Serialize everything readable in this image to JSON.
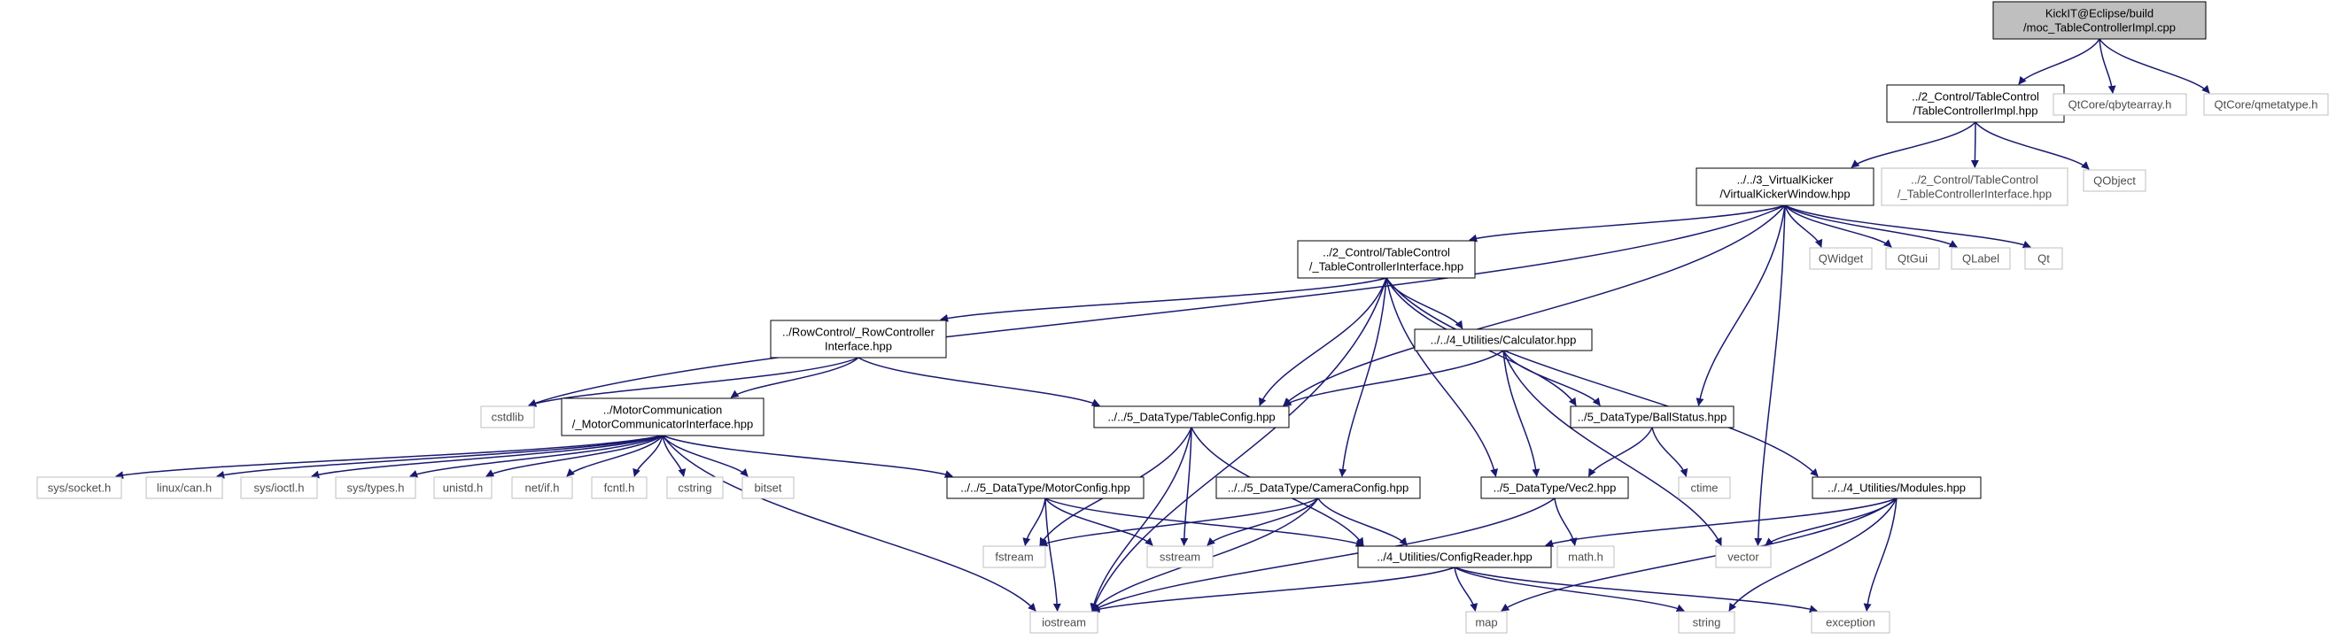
{
  "diagram": {
    "nodes": [
      {
        "id": "moc",
        "lines": [
          "KickIT@Eclipse/build",
          "/moc_TableControllerImpl.cpp"
        ],
        "style": "root"
      },
      {
        "id": "tci",
        "lines": [
          "../2_Control/TableControl",
          "/TableControllerImpl.hpp"
        ],
        "style": "file"
      },
      {
        "id": "qbytearray",
        "lines": [
          "QtCore/qbytearray.h"
        ],
        "style": "external"
      },
      {
        "id": "qmetatype",
        "lines": [
          "QtCore/qmetatype.h"
        ],
        "style": "external"
      },
      {
        "id": "vkw",
        "lines": [
          "../../3_VirtualKicker",
          "/VirtualKickerWindow.hpp"
        ],
        "style": "file"
      },
      {
        "id": "tcif_gray",
        "lines": [
          "../2_Control/TableControl",
          "/_TableControllerInterface.hpp"
        ],
        "style": "external"
      },
      {
        "id": "qobject",
        "lines": [
          "QObject"
        ],
        "style": "external"
      },
      {
        "id": "tcif",
        "lines": [
          "../2_Control/TableControl",
          "/_TableControllerInterface.hpp"
        ],
        "style": "file"
      },
      {
        "id": "qwidget",
        "lines": [
          "QWidget"
        ],
        "style": "external"
      },
      {
        "id": "qtgui",
        "lines": [
          "QtGui"
        ],
        "style": "external"
      },
      {
        "id": "qlabel",
        "lines": [
          "QLabel"
        ],
        "style": "external"
      },
      {
        "id": "qt",
        "lines": [
          "Qt"
        ],
        "style": "external"
      },
      {
        "id": "rci",
        "lines": [
          "../RowControl/_RowController",
          "Interface.hpp"
        ],
        "style": "file"
      },
      {
        "id": "calc",
        "lines": [
          "../../4_Utilities/Calculator.hpp"
        ],
        "style": "file"
      },
      {
        "id": "cstdlib",
        "lines": [
          "cstdlib"
        ],
        "style": "external"
      },
      {
        "id": "mci",
        "lines": [
          "../MotorCommunication",
          "/_MotorCommunicatorInterface.hpp"
        ],
        "style": "file"
      },
      {
        "id": "tconf",
        "lines": [
          "../../5_DataType/TableConfig.hpp"
        ],
        "style": "file"
      },
      {
        "id": "ball",
        "lines": [
          "../5_DataType/BallStatus.hpp"
        ],
        "style": "file"
      },
      {
        "id": "socket",
        "lines": [
          "sys/socket.h"
        ],
        "style": "external"
      },
      {
        "id": "can",
        "lines": [
          "linux/can.h"
        ],
        "style": "external"
      },
      {
        "id": "ioctl",
        "lines": [
          "sys/ioctl.h"
        ],
        "style": "external"
      },
      {
        "id": "types",
        "lines": [
          "sys/types.h"
        ],
        "style": "external"
      },
      {
        "id": "unistd",
        "lines": [
          "unistd.h"
        ],
        "style": "external"
      },
      {
        "id": "netif",
        "lines": [
          "net/if.h"
        ],
        "style": "external"
      },
      {
        "id": "fcntl",
        "lines": [
          "fcntl.h"
        ],
        "style": "external"
      },
      {
        "id": "cstring",
        "lines": [
          "cstring"
        ],
        "style": "external"
      },
      {
        "id": "bitset",
        "lines": [
          "bitset"
        ],
        "style": "external"
      },
      {
        "id": "mconf",
        "lines": [
          "../../5_DataType/MotorConfig.hpp"
        ],
        "style": "file"
      },
      {
        "id": "cconf",
        "lines": [
          "../../5_DataType/CameraConfig.hpp"
        ],
        "style": "file"
      },
      {
        "id": "vec2",
        "lines": [
          "../5_DataType/Vec2.hpp"
        ],
        "style": "file"
      },
      {
        "id": "ctime",
        "lines": [
          "ctime"
        ],
        "style": "external"
      },
      {
        "id": "modules",
        "lines": [
          "../../4_Utilities/Modules.hpp"
        ],
        "style": "file"
      },
      {
        "id": "fstream",
        "lines": [
          "fstream"
        ],
        "style": "external"
      },
      {
        "id": "sstream",
        "lines": [
          "sstream"
        ],
        "style": "external"
      },
      {
        "id": "creader",
        "lines": [
          "../4_Utilities/ConfigReader.hpp"
        ],
        "style": "file"
      },
      {
        "id": "math",
        "lines": [
          "math.h"
        ],
        "style": "external"
      },
      {
        "id": "vector",
        "lines": [
          "vector"
        ],
        "style": "external"
      },
      {
        "id": "iostream",
        "lines": [
          "iostream"
        ],
        "style": "external"
      },
      {
        "id": "map",
        "lines": [
          "map"
        ],
        "style": "external"
      },
      {
        "id": "string",
        "lines": [
          "string"
        ],
        "style": "external"
      },
      {
        "id": "exception",
        "lines": [
          "exception"
        ],
        "style": "external"
      }
    ],
    "edges": [
      [
        "moc",
        "tci"
      ],
      [
        "moc",
        "qbytearray"
      ],
      [
        "moc",
        "qmetatype"
      ],
      [
        "tci",
        "vkw"
      ],
      [
        "tci",
        "tcif_gray"
      ],
      [
        "tci",
        "qobject"
      ],
      [
        "vkw",
        "tcif"
      ],
      [
        "vkw",
        "qwidget"
      ],
      [
        "vkw",
        "qtgui"
      ],
      [
        "vkw",
        "qlabel"
      ],
      [
        "vkw",
        "qt"
      ],
      [
        "vkw",
        "cstdlib"
      ],
      [
        "vkw",
        "tconf"
      ],
      [
        "vkw",
        "ball"
      ],
      [
        "vkw",
        "vector"
      ],
      [
        "tcif",
        "rci"
      ],
      [
        "tcif",
        "calc"
      ],
      [
        "tcif",
        "tconf"
      ],
      [
        "tcif",
        "ball"
      ],
      [
        "tcif",
        "cconf"
      ],
      [
        "tcif",
        "vec2"
      ],
      [
        "tcif",
        "modules"
      ],
      [
        "tcif",
        "iostream"
      ],
      [
        "rci",
        "cstdlib"
      ],
      [
        "rci",
        "mci"
      ],
      [
        "rci",
        "tconf"
      ],
      [
        "calc",
        "tconf"
      ],
      [
        "calc",
        "ball"
      ],
      [
        "calc",
        "vec2"
      ],
      [
        "calc",
        "vector"
      ],
      [
        "mci",
        "socket"
      ],
      [
        "mci",
        "can"
      ],
      [
        "mci",
        "ioctl"
      ],
      [
        "mci",
        "types"
      ],
      [
        "mci",
        "unistd"
      ],
      [
        "mci",
        "netif"
      ],
      [
        "mci",
        "fcntl"
      ],
      [
        "mci",
        "cstring"
      ],
      [
        "mci",
        "bitset"
      ],
      [
        "mci",
        "mconf"
      ],
      [
        "mci",
        "iostream"
      ],
      [
        "tconf",
        "fstream"
      ],
      [
        "tconf",
        "sstream"
      ],
      [
        "tconf",
        "iostream"
      ],
      [
        "tconf",
        "creader"
      ],
      [
        "ball",
        "vec2"
      ],
      [
        "ball",
        "ctime"
      ],
      [
        "mconf",
        "fstream"
      ],
      [
        "mconf",
        "sstream"
      ],
      [
        "mconf",
        "iostream"
      ],
      [
        "mconf",
        "creader"
      ],
      [
        "cconf",
        "fstream"
      ],
      [
        "cconf",
        "sstream"
      ],
      [
        "cconf",
        "iostream"
      ],
      [
        "cconf",
        "creader"
      ],
      [
        "vec2",
        "math"
      ],
      [
        "vec2",
        "iostream"
      ],
      [
        "modules",
        "creader"
      ],
      [
        "modules",
        "vector"
      ],
      [
        "modules",
        "map"
      ],
      [
        "modules",
        "string"
      ],
      [
        "modules",
        "exception"
      ],
      [
        "creader",
        "iostream"
      ],
      [
        "creader",
        "map"
      ],
      [
        "creader",
        "string"
      ],
      [
        "creader",
        "exception"
      ]
    ]
  },
  "colors": {
    "edge": "#191970",
    "root_fill": "#bfbfbf",
    "file_border": "#000000",
    "external_border": "#bfbfbf",
    "external_text": "#4d4d4d"
  }
}
